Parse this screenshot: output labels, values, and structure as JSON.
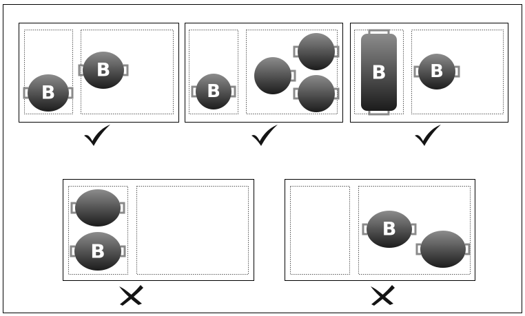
{
  "scenarios": [
    {
      "status": "valid",
      "mark_icon": "check-icon",
      "items": [
        {
          "type": "round",
          "zone": "left",
          "label": "B"
        },
        {
          "type": "round",
          "zone": "right",
          "label": "B"
        }
      ]
    },
    {
      "status": "valid",
      "mark_icon": "check-icon",
      "items": [
        {
          "type": "round",
          "zone": "left",
          "label": "B"
        },
        {
          "type": "round",
          "zone": "right",
          "label": ""
        },
        {
          "type": "round",
          "zone": "right",
          "label": ""
        },
        {
          "type": "round",
          "zone": "right",
          "label": ""
        }
      ]
    },
    {
      "status": "valid",
      "mark_icon": "check-icon",
      "items": [
        {
          "type": "tall",
          "zone": "left",
          "label": "B"
        },
        {
          "type": "round",
          "zone": "right",
          "label": "B"
        }
      ]
    },
    {
      "status": "invalid",
      "mark_icon": "cross-icon",
      "items": [
        {
          "type": "round",
          "zone": "left",
          "label": ""
        },
        {
          "type": "round",
          "zone": "left",
          "label": "B"
        }
      ]
    },
    {
      "status": "invalid",
      "mark_icon": "cross-icon",
      "items": [
        {
          "type": "round",
          "zone": "right",
          "label": "B"
        },
        {
          "type": "round",
          "zone": "right",
          "label": ""
        }
      ]
    }
  ],
  "colors": {
    "item_dark": "#1c1c1c",
    "item_light": "#8c8c8c",
    "handle": "#8a8a8a",
    "mark": "#141414"
  }
}
